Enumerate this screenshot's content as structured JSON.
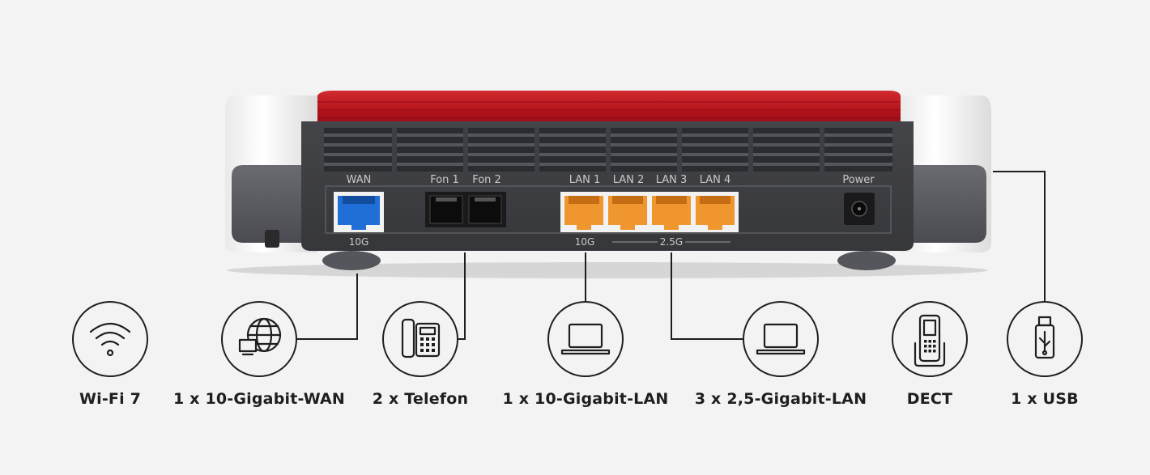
{
  "colors": {
    "background": "#f3f3f3",
    "housing_red": "#b8141e",
    "panel_dark": "#3b3c40",
    "wan_port": "#1f6fd6",
    "lan_port": "#f0962e",
    "line": "#1e1e1e"
  },
  "router": {
    "port_labels": {
      "wan": "WAN",
      "fon1": "Fon 1",
      "fon2": "Fon 2",
      "lan1": "LAN 1",
      "lan2": "LAN 2",
      "lan3": "LAN 3",
      "lan4": "LAN 4",
      "power": "Power"
    },
    "speed_labels": {
      "wan": "10G",
      "lan1": "10G",
      "lan_group": "2.5G"
    }
  },
  "features": [
    {
      "icon": "wifi-icon",
      "label": "Wi-Fi 7"
    },
    {
      "icon": "globe-icon",
      "label": "1 x 10-Gigabit-WAN"
    },
    {
      "icon": "telephone-icon",
      "label": "2 x Telefon"
    },
    {
      "icon": "laptop-icon",
      "label": "1 x 10-Gigabit-LAN"
    },
    {
      "icon": "laptop-icon",
      "label": "3 x 2,5-Gigabit-LAN"
    },
    {
      "icon": "dect-phone-icon",
      "label": "DECT"
    },
    {
      "icon": "usb-icon",
      "label": "1 x USB"
    }
  ]
}
